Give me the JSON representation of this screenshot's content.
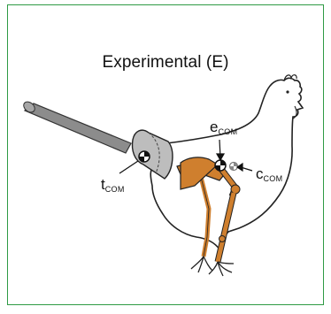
{
  "title": "Experimental (E)",
  "labels": {
    "e_main": "e",
    "e_sub": "COM",
    "c_main": "c",
    "c_sub": "COM",
    "t_main": "t",
    "t_sub": "COM"
  },
  "colors": {
    "frame": "#2e9a44",
    "leg": "#cf7f2e",
    "outline": "#222222",
    "rod": "#8c8c8c",
    "cup": "#bdbdbd"
  }
}
